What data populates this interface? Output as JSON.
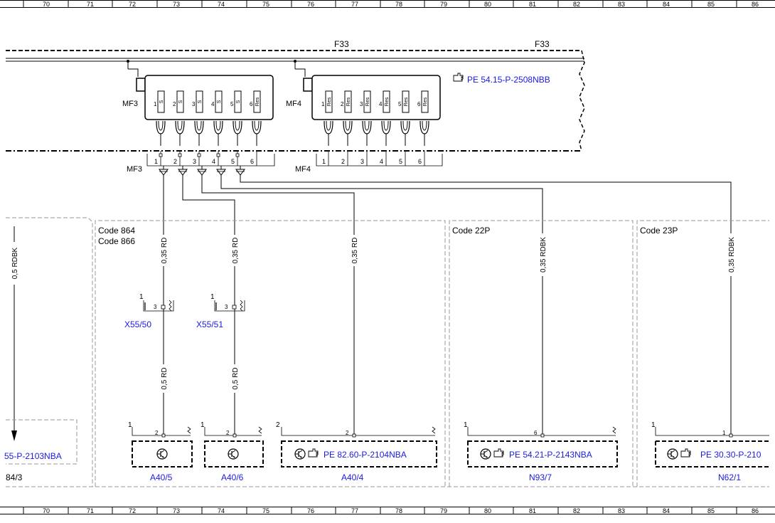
{
  "ruler": {
    "columns": [
      "70",
      "71",
      "72",
      "73",
      "74",
      "75",
      "76",
      "77",
      "78",
      "79",
      "80",
      "81",
      "82",
      "83",
      "84",
      "85",
      "86"
    ]
  },
  "bus": {
    "label_left": "F33",
    "label_right": "F33"
  },
  "fuse_blocks": [
    {
      "name": "MF3",
      "cells": [
        "1",
        "S",
        "2",
        "S",
        "3",
        "S",
        "4",
        "S",
        "5",
        "S",
        "6",
        "Res"
      ],
      "bottom_label": "MF3",
      "pins": [
        "1",
        "2",
        "3",
        "4",
        "5",
        "6"
      ]
    },
    {
      "name": "MF4",
      "cells": [
        "1",
        "Res",
        "2",
        "Res",
        "3",
        "Res",
        "4",
        "Res",
        "5",
        "Res",
        "6",
        "Res"
      ],
      "bottom_label": "MF4",
      "pins": [
        "1",
        "2",
        "3",
        "4",
        "5",
        "6"
      ]
    }
  ],
  "ref_top": {
    "icon": "hand-pointer-icon",
    "text": "PE 54.15-P-2508NBB"
  },
  "wires": [
    {
      "label": "0,5 RDBK"
    },
    {
      "label": "0,35 RD"
    },
    {
      "label": "0,35 RD"
    },
    {
      "label": "0,35 RD"
    },
    {
      "label": "0,35 RDBK"
    },
    {
      "label": "0,35 RDBK"
    },
    {
      "label": "0,5 RD"
    },
    {
      "label": "0,5 RD"
    }
  ],
  "code_boxes": [
    {
      "lines": [
        "Code 864",
        "Code 866"
      ]
    },
    {
      "lines": [
        "Code 22P"
      ]
    },
    {
      "lines": [
        "Code 23P"
      ]
    }
  ],
  "connectors": [
    {
      "name": "X55/50",
      "pin_outer": "1",
      "pin_inner": "3"
    },
    {
      "name": "X55/51",
      "pin_outer": "1",
      "pin_inner": "3"
    }
  ],
  "components": [
    {
      "name": "A40/5",
      "pin_corner": "1",
      "pin_wire": "2",
      "ref": ""
    },
    {
      "name": "A40/6",
      "pin_corner": "1",
      "pin_wire": "2",
      "ref": ""
    },
    {
      "name": "A40/4",
      "pin_corner": "2",
      "pin_wire": "2",
      "ref": "PE 82.60-P-2104NBA"
    },
    {
      "name": "N93/7",
      "pin_corner": "1",
      "pin_wire": "6",
      "ref": "PE 54.21-P-2143NBA"
    },
    {
      "name": "N62/1",
      "pin_corner": "1",
      "pin_wire": "1",
      "ref": "PE 30.30-P-210"
    }
  ],
  "left_partial": {
    "ref": "55-P-2103NBA",
    "name": "84/3"
  },
  "colors": {
    "line": "#000000",
    "link_blue": "#1a1ae6",
    "dashed_gray": "#9a9a9a"
  }
}
